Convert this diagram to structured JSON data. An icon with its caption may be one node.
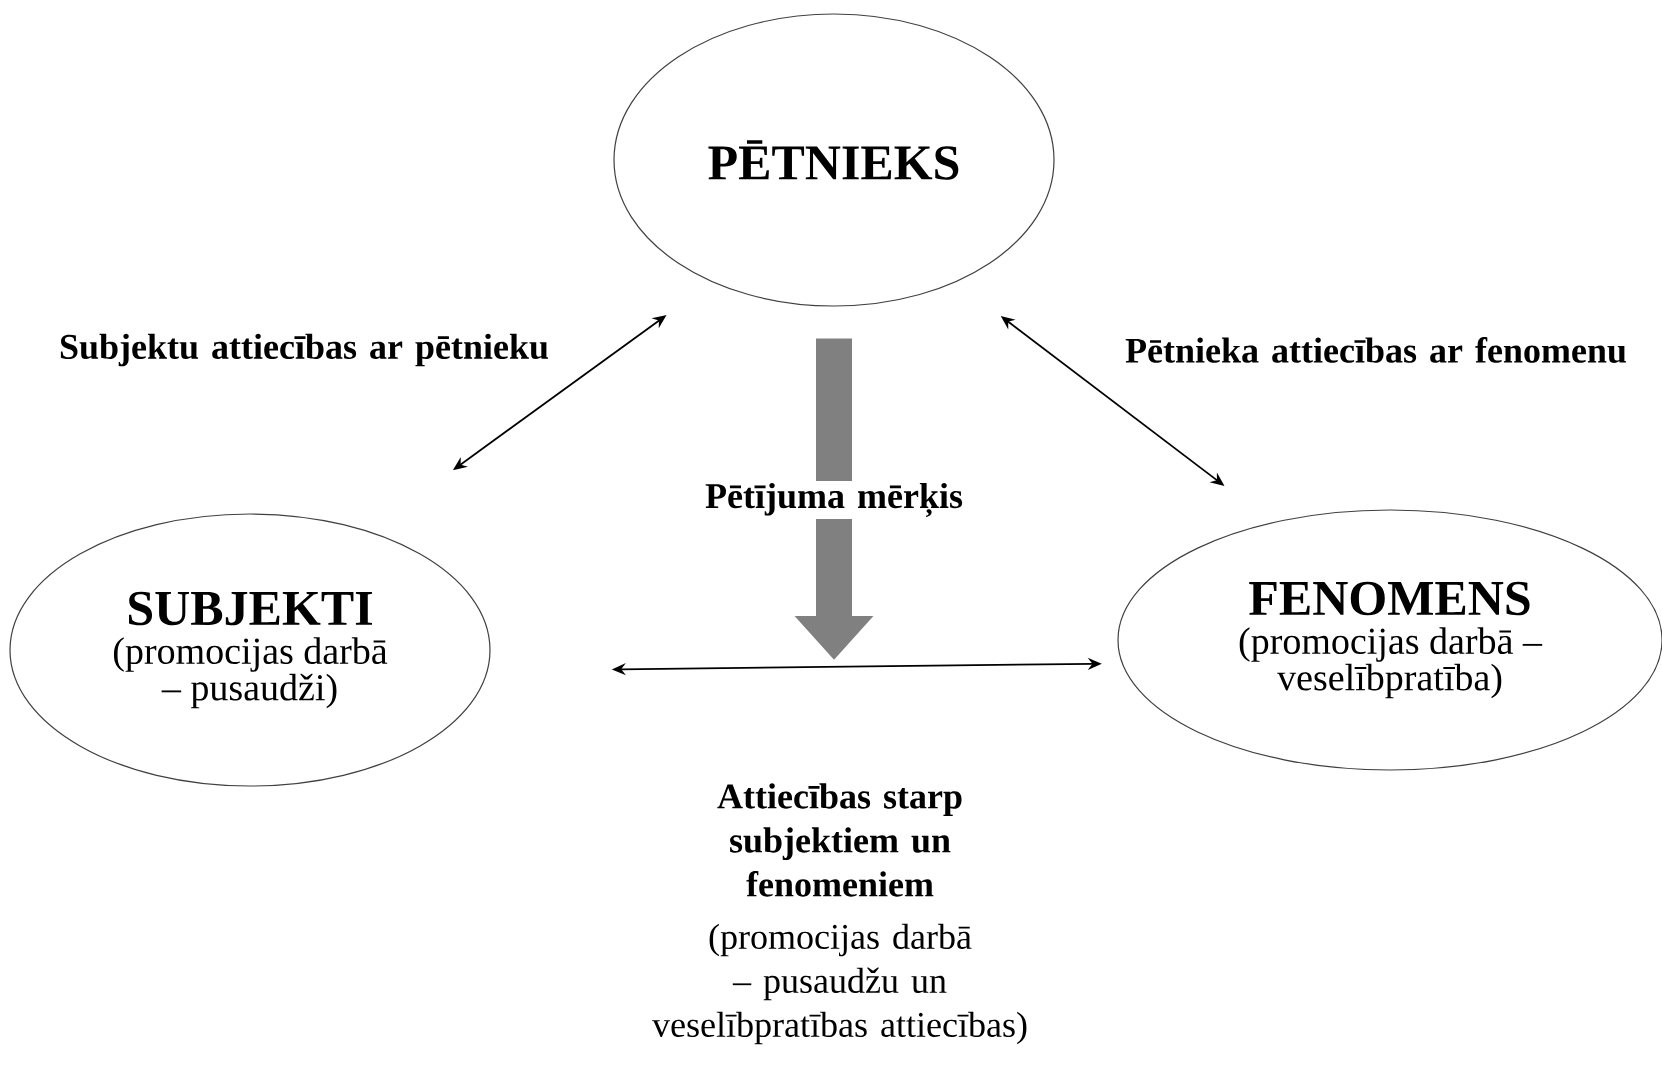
{
  "diagram": {
    "nodes": [
      {
        "text": [
          "PĒTNIEKS"
        ]
      },
      {
        "text": [
          "SUBJEKTI",
          "(promocijas darbā – pusaudži)"
        ]
      },
      {
        "text": [
          "FENOMENS",
          "(promocijas darbā – veselībpratība)"
        ]
      }
    ],
    "edges": [
      {
        "from": 1,
        "to": 0,
        "arrow": "both",
        "label": "Subjektu attiecības ar pētnieku"
      },
      {
        "from": 0,
        "to": 2,
        "arrow": "both",
        "label": "Pētnieka attiecības ar fenomenu"
      },
      {
        "from": 0,
        "to": null,
        "arrow": "to",
        "style": "thick",
        "color": "#808080",
        "label": "Pētījuma mērķis"
      },
      {
        "from": 1,
        "to": 2,
        "arrow": "both",
        "label": "Attiecības starp subjektiem un fenomeniem"
      }
    ],
    "labels": [
      "(promocijas darbā – pusaudžu un veselībpratības attiecības)"
    ]
  }
}
